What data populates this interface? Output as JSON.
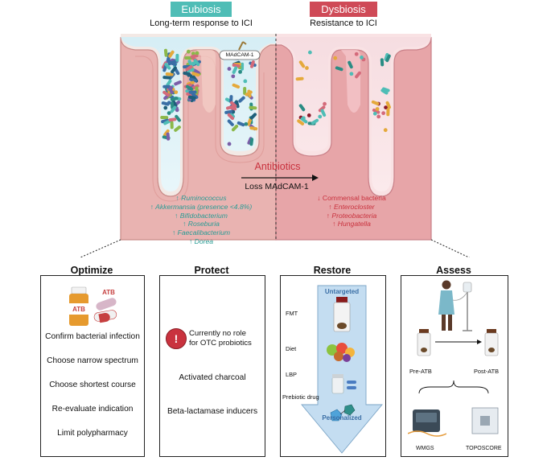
{
  "eubiosis": {
    "tag": "Eubiosis",
    "subtitle": "Long-term response to ICI",
    "receptor_label": "MAdCAM-1",
    "taxa": [
      "↑ Ruminococcus",
      "↑ Akkermansia (presence <4.8%)",
      "↑ Bifidobacterium",
      "↑ Roseburia",
      "↑ Faecalibacterium",
      "↑ Dorea"
    ]
  },
  "dysbiosis": {
    "tag": "Dysbiosis",
    "subtitle": "Resistance to ICI",
    "taxa": [
      "↓ Commensal bacteria",
      "↑ Enterocloster",
      "↑ Proteobacteria",
      "↑ Hungatella"
    ]
  },
  "transition": {
    "label": "Antibiotics",
    "sublabel": "Loss MAdCAM-1"
  },
  "panels": {
    "optimize": {
      "title": "Optimize",
      "badge": "ATB",
      "items": [
        "Confirm bacterial infection",
        "Choose narrow spectrum",
        "Choose shortest course",
        "Re-evaluate indication",
        "Limit polypharmacy"
      ]
    },
    "protect": {
      "title": "Protect",
      "warning_glyph": "!",
      "note": [
        "Currently no role",
        "for OTC probiotics"
      ],
      "items": [
        "Activated charcoal",
        "Beta-lactamase inducers"
      ]
    },
    "restore": {
      "title": "Restore",
      "top_label": "Untargeted",
      "bottom_label": "Personalized",
      "steps": [
        "FMT",
        "Diet",
        "LBP",
        "Prebiotic drug"
      ]
    },
    "assess": {
      "title": "Assess",
      "pre": "Pre-ATB",
      "post": "Post-ATB",
      "methods": [
        "WMGS",
        "TOPOSCORE"
      ]
    }
  },
  "colors": {
    "eubiosis": "#4fbdb6",
    "dysbiosis": "#cf4a57",
    "arrow": "#b9d6ee"
  }
}
